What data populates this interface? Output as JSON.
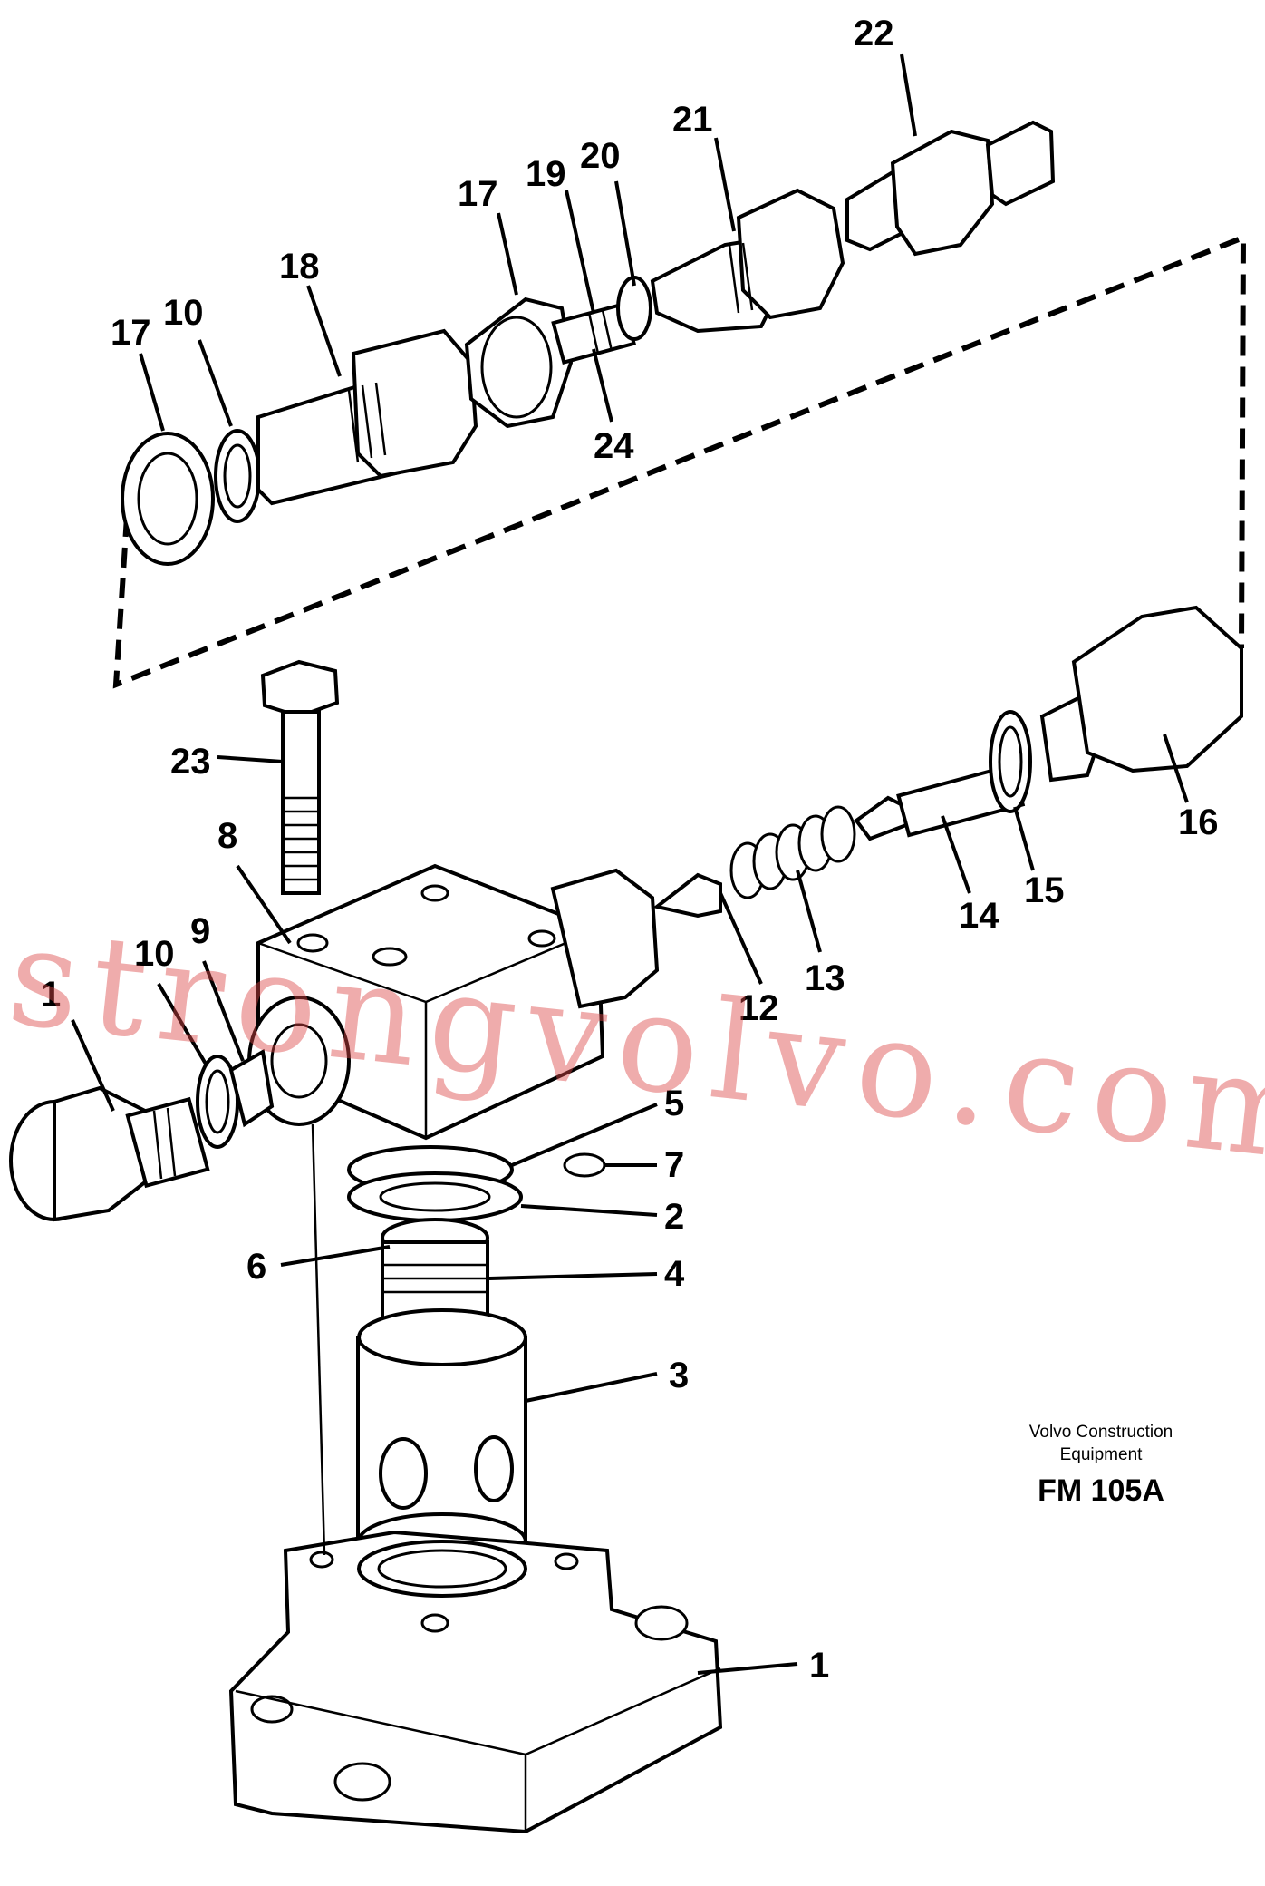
{
  "callouts": [
    "1",
    "2",
    "3",
    "4",
    "5",
    "6",
    "7",
    "8",
    "9",
    "10",
    "12",
    "13",
    "14",
    "15",
    "16",
    "17",
    "18",
    "19",
    "20",
    "21",
    "22",
    "23",
    "24",
    "1",
    "10",
    "17"
  ],
  "caption": {
    "maker": "Volvo Construction Equipment",
    "code": "FM 105A"
  },
  "watermark": "strongvolvo.com"
}
